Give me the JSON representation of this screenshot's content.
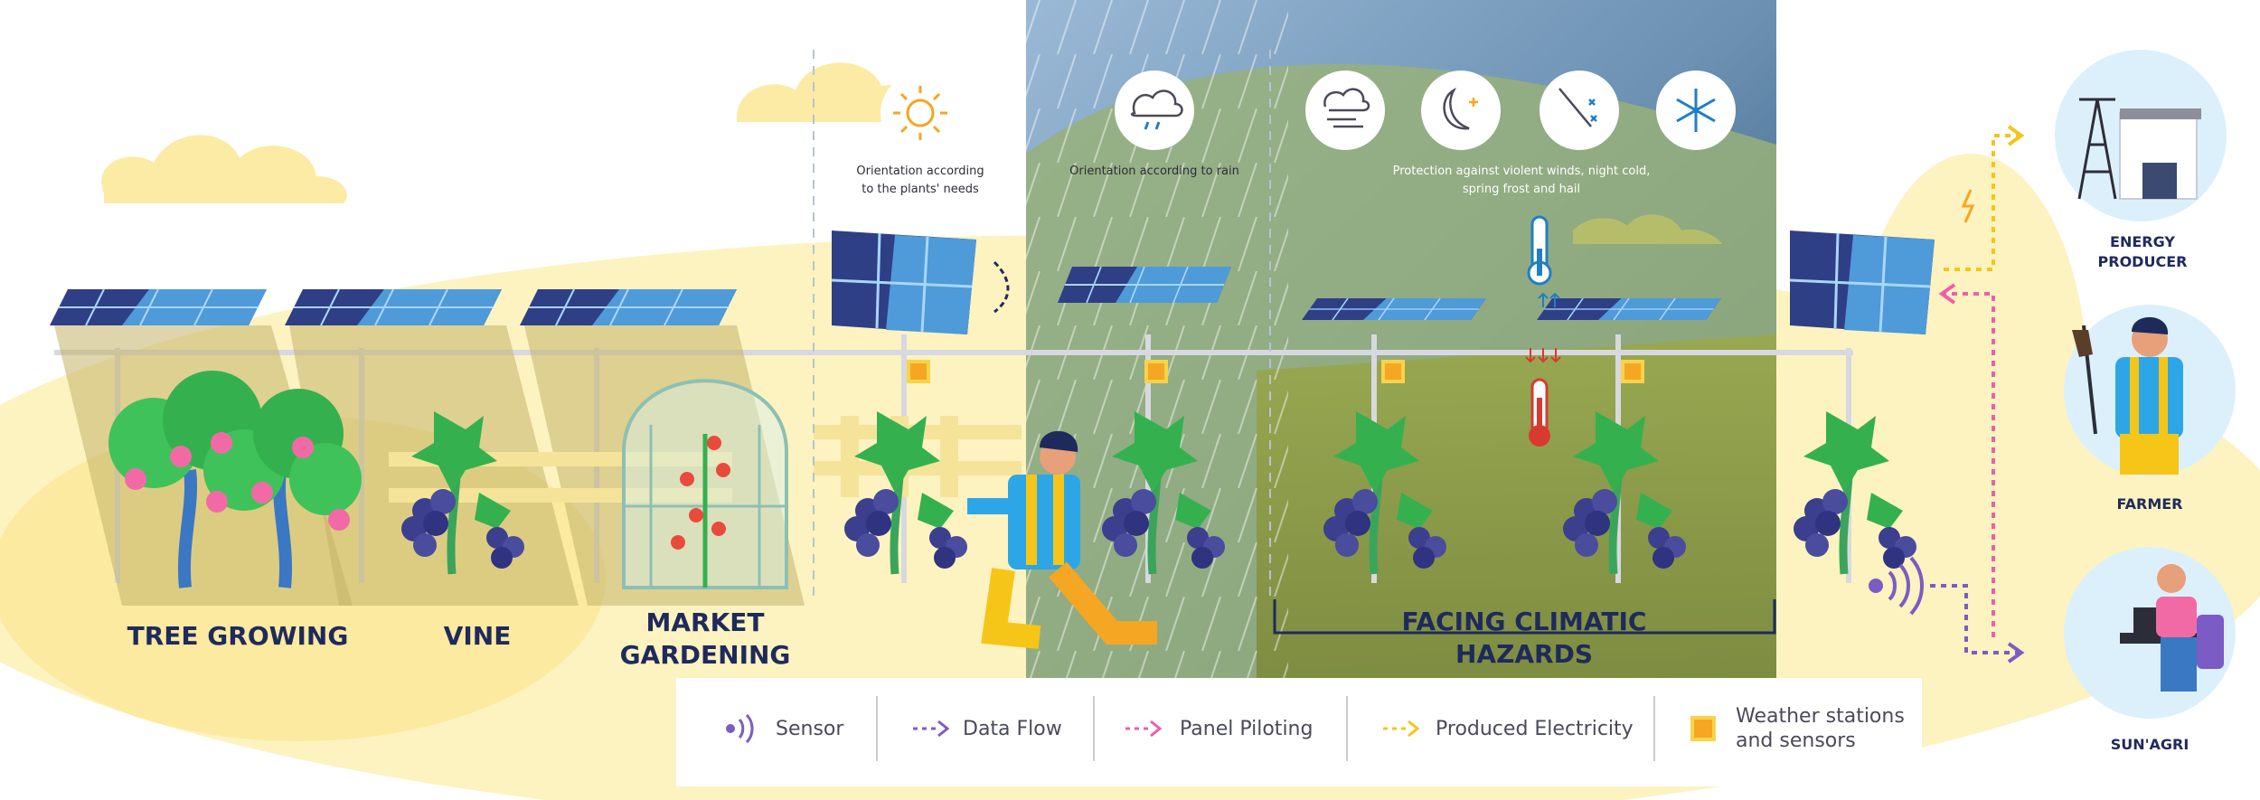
{
  "sections": {
    "tree_growing": "TREE GROWING",
    "vine": "VINE",
    "market_line1": "MARKET",
    "market_line2": "GARDENING",
    "climatic_line1": "FACING CLIMATIC",
    "climatic_line2": "HAZARDS"
  },
  "notes": {
    "sun_line1": "Orientation according",
    "sun_line2": "to the plants' needs",
    "rain": "Orientation according to rain",
    "protect_line1": "Protection against violent winds, night cold,",
    "protect_line2": "spring frost and hail"
  },
  "actors": {
    "energy_line1": "ENERGY",
    "energy_line2": "PRODUCER",
    "farmer": "FARMER",
    "sunagri": "SUN'AGRI"
  },
  "legend": {
    "sensor": "Sensor",
    "data_flow": "Data Flow",
    "panel_piloting": "Panel Piloting",
    "produced_electricity": "Produced Electricity",
    "weather_line1": "Weather stations",
    "weather_line2": "and sensors"
  },
  "colors": {
    "navy": "#1f2a5c",
    "panel_blue": "#3a6fb5",
    "pale_yellow": "#fbf0b0",
    "sensor_purple": "#7b5cc4",
    "piloting_pink": "#ee5fa8",
    "electricity_yellow": "#f5c518",
    "weather_orange": "#f5a623"
  }
}
